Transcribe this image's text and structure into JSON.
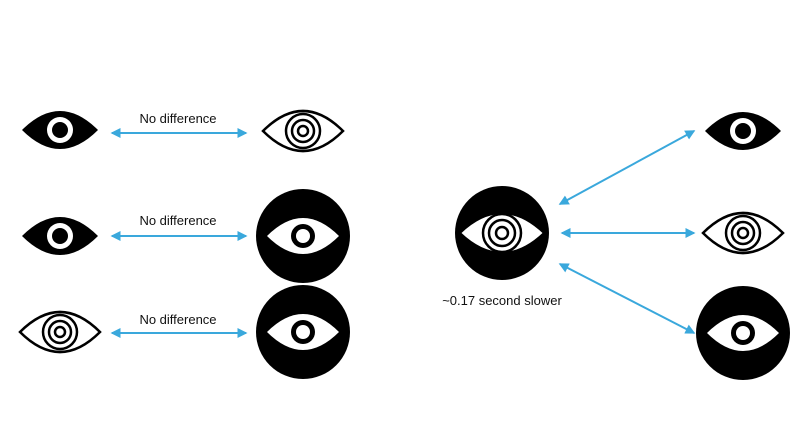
{
  "colors": {
    "arrow": "#3aa8dc",
    "ink": "#000000",
    "paper": "#ffffff"
  },
  "left_pairs": [
    {
      "label": "No difference",
      "from_icon": "solid-eye-icon",
      "to_icon": "outline-eye-icon"
    },
    {
      "label": "No difference",
      "from_icon": "solid-eye-icon",
      "to_icon": "inverted-circle-eye-icon"
    },
    {
      "label": "No difference",
      "from_icon": "outline-eye-icon",
      "to_icon": "inverted-circle-eye-icon"
    }
  ],
  "right_group": {
    "center_icon": "circled-outline-eye-icon",
    "caption": "~0.17 second slower",
    "targets": [
      "solid-eye-icon",
      "outline-eye-icon",
      "inverted-circle-eye-icon"
    ]
  }
}
